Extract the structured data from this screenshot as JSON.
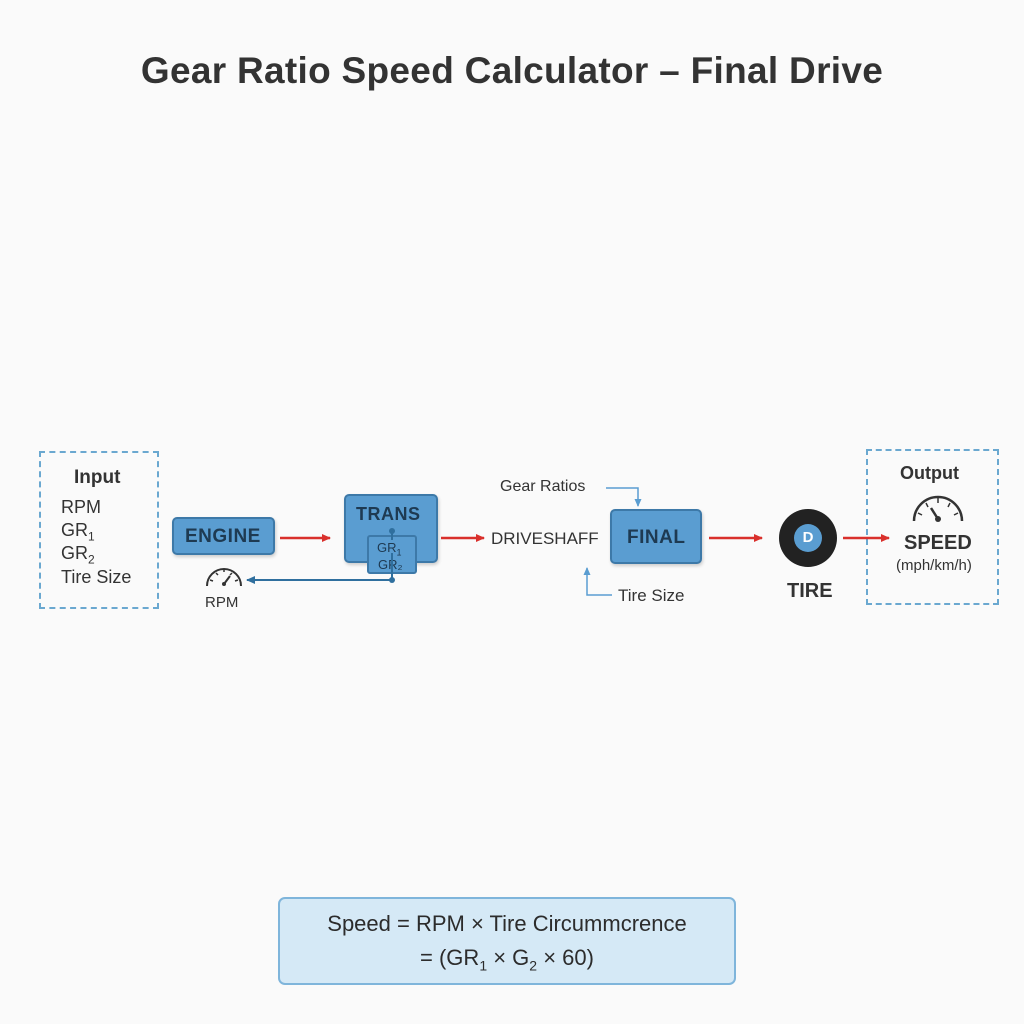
{
  "title": "Gear Ratio Speed Calculator – Final Drive",
  "input": {
    "heading": "Input",
    "rpm": "RPM",
    "gr1_base": "GR",
    "gr1_sub": "1",
    "gr2_base": "GR",
    "gr2_sub": "2",
    "tire_size": "Tire Size"
  },
  "blocks": {
    "engine": "ENGINE",
    "trans": "TRANS",
    "trans_gr1_base": "GR",
    "trans_gr1_sub": "1",
    "trans_gr2": "GR₂",
    "final": "FINAL"
  },
  "labels": {
    "rpm_gauge": "RPM",
    "driveshaft": "DRIVESHAFF",
    "gear_ratios": "Gear Ratios",
    "tire_size": "Tire Size",
    "tire": "TIRE",
    "tire_hub": "D"
  },
  "output": {
    "heading": "Output",
    "speed": "SPEED",
    "units": "(mph/km/h)"
  },
  "formula": {
    "line1": "Speed = RPM × Tire Circummcrence",
    "line2_prefix": "= (GR",
    "line2_sub1": "1",
    "line2_mid": " × G",
    "line2_sub2": "2",
    "line2_suffix": " × 60)"
  },
  "colors": {
    "block_fill": "#5a9dd1",
    "flow_arrow": "#d9302c",
    "feedback_arrow": "#2f6f9e",
    "dashed_border": "#6aa8d0",
    "formula_fill": "#d5e9f6"
  },
  "icons": {
    "engine_gauge": "tachometer-icon",
    "output_gauge": "speedometer-icon",
    "tire": "tire-icon"
  }
}
